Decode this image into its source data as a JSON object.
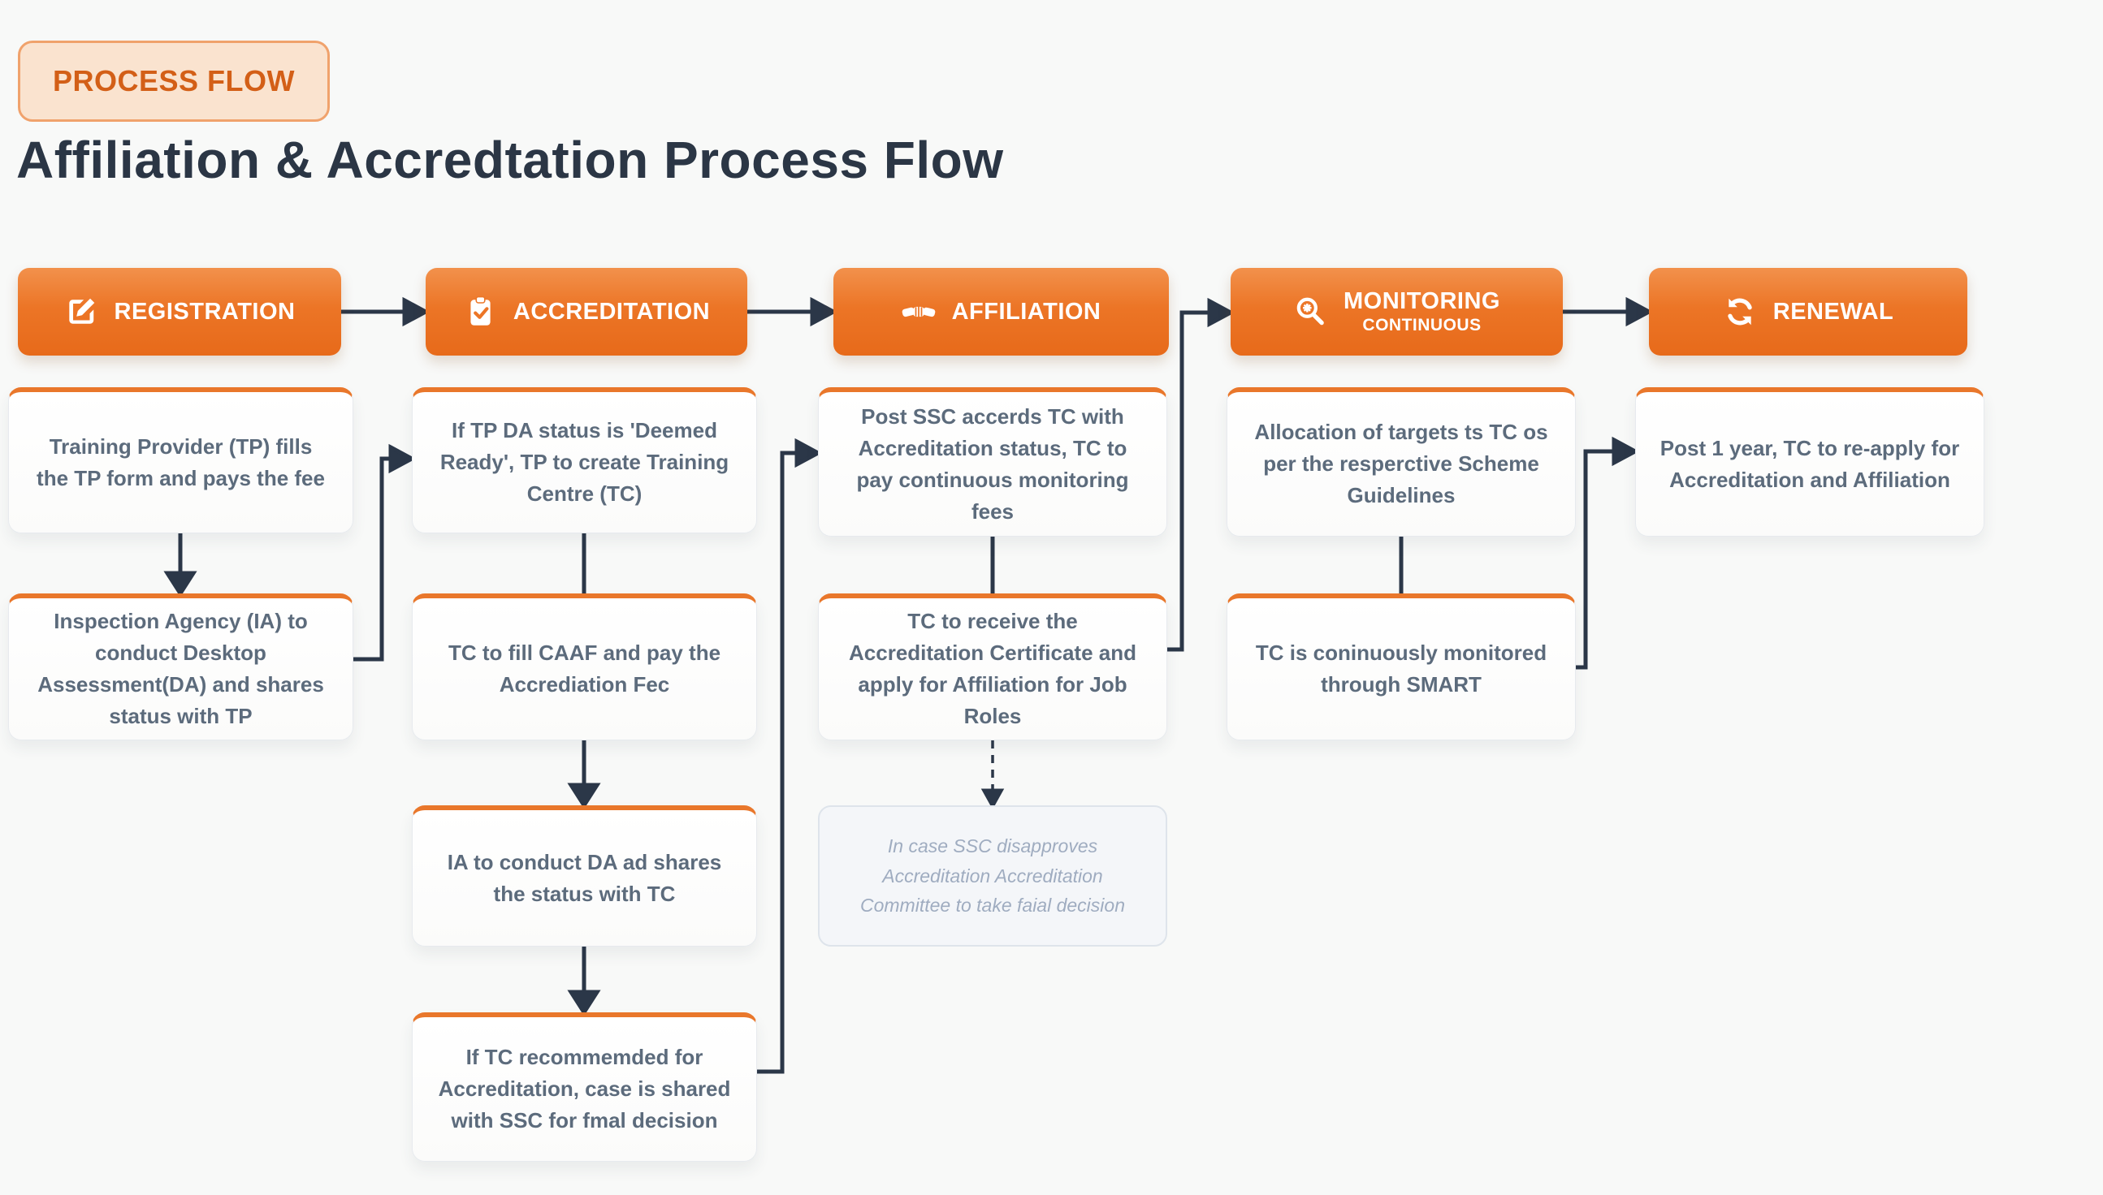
{
  "badge": {
    "label": "PROCESS FLOW"
  },
  "title": "Affiliation & Accredtation Process Flow",
  "colors": {
    "accent_orange": "#e8701e",
    "header_gradient_top": "#f2914c",
    "header_gradient_bottom": "#e76a1a",
    "card_top_border": "#e9772b",
    "badge_text": "#d35f17",
    "badge_background": "#fae3cf",
    "title_text": "#2b3645",
    "step_text": "#5c6b7c",
    "note_text": "#9facc0",
    "connector": "#2b3748",
    "page_background": "#f8f9f8"
  },
  "stages": [
    {
      "label": "REGISTRATION",
      "icon": "edit-icon"
    },
    {
      "label": "ACCREDITATION",
      "icon": "clipboard-check-icon"
    },
    {
      "label": "AFFILIATION",
      "icon": "handshake-icon"
    },
    {
      "label": "MONITORING",
      "sublabel": "CONTINUOUS",
      "icon": "search-icon"
    },
    {
      "label": "RENEWAL",
      "icon": "refresh-icon"
    }
  ],
  "columns": [
    {
      "stage": "REGISTRATION",
      "steps": [
        "Training Provider (TP) fills the TP form and pays the fee",
        "Inspection Agency (IA) to conduct Desktop Assessment(DA) and shares status with TP"
      ]
    },
    {
      "stage": "ACCREDITATION",
      "steps": [
        "If TP DA status is 'Deemed Ready', TP to create Training Centre (TC)",
        "TC to fill CAAF and pay the Accrediation Fec",
        "IA to conduct DA ad shares the status with TC",
        "If TC recommemded for Accreditation, case is shared with SSC for fmal decision"
      ]
    },
    {
      "stage": "AFFILIATION",
      "steps": [
        "Post SSC accerds TC with Accreditation status, TC to pay continuous monitoring fees",
        "TC to receive the Accreditation Certificate and apply for Affiliation for Job Roles"
      ],
      "note": "In case SSC disapproves Accreditation Accreditation Committee to take faial decision"
    },
    {
      "stage": "MONITORING",
      "steps": [
        "Allocation of targets ts TC os per the resperctive Scheme Guidelines",
        "TC is coninuously monitored through SMART"
      ]
    },
    {
      "stage": "RENEWAL",
      "steps": [
        "Post 1 year, TC to re-apply for Accreditation and Affiliation"
      ]
    }
  ]
}
